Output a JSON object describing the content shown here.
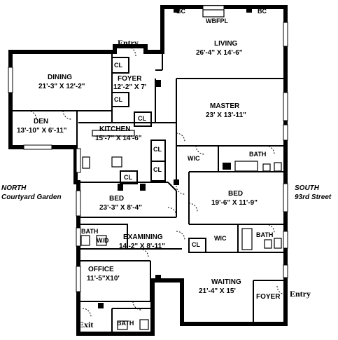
{
  "labels": {
    "entry_top": "Entry",
    "entry_right": "Entry",
    "exit": "Exit",
    "north": "NORTH",
    "north_sub": "Courtyard Garden",
    "south": "SOUTH",
    "south_sub": "93rd Street",
    "bc_left": "BC",
    "bc_right": "BC",
    "wbfpl": "WBFPL"
  },
  "rooms": {
    "living": {
      "name": "LIVING",
      "dims": "26'-4\" X 14'-6\""
    },
    "dining": {
      "name": "DINING",
      "dims": "21'-3\" X 12'-2\""
    },
    "foyer": {
      "name": "FOYER",
      "dims": "12'-2\" X 7'"
    },
    "master": {
      "name": "MASTER",
      "dims": "23' X 13'-11\""
    },
    "den": {
      "name": "DEN",
      "dims": "13'-10\" X 6'-11\""
    },
    "kitchen": {
      "name": "KITCHEN",
      "dims": "15'-7\" X 14'-6\""
    },
    "bed1": {
      "name": "BED",
      "dims": "23'-3\" X 8'-4\""
    },
    "bed2": {
      "name": "BED",
      "dims": "19'-6\" X 11'-9\""
    },
    "examining": {
      "name": "EXAMINING",
      "dims": "14'-2\" X 8'-11\""
    },
    "office": {
      "name": "OFFICE",
      "dims": "11'-5\"X10'"
    },
    "waiting": {
      "name": "WAITING",
      "dims": "21'-4\" X 15'"
    },
    "foyer2": {
      "name": "FOYER"
    }
  },
  "fixtures": {
    "cl": "CL",
    "wic": "WIC",
    "bath": "BATH",
    "wd": "W/D"
  }
}
